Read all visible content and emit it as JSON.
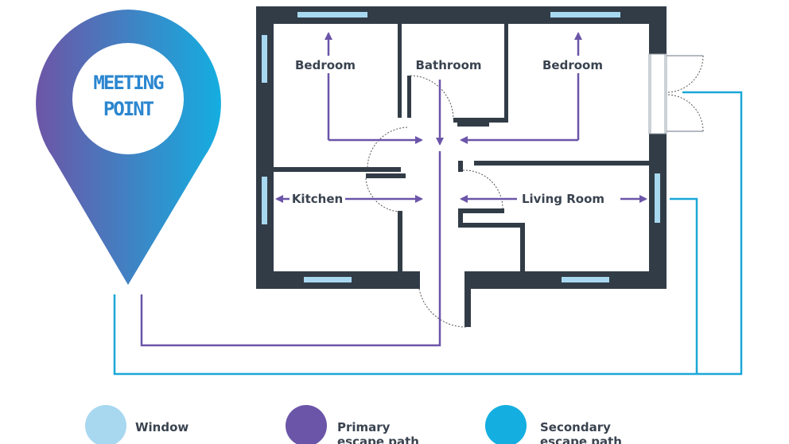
{
  "pin": {
    "line1": "MEETING",
    "line2": "POINT"
  },
  "rooms": {
    "bedroom_left": "Bedroom",
    "bathroom": "Bathroom",
    "bedroom_right": "Bedroom",
    "kitchen": "Kitchen",
    "living_room": "Living Room"
  },
  "legend": {
    "window": "Window",
    "primary_line1": "Primary",
    "primary_line2": "escape path",
    "secondary_line1": "Secondary",
    "secondary_line2": "escape path"
  },
  "colors": {
    "wall": "#323c47",
    "window": "#a8d8f0",
    "primary": "#6b55a8",
    "secondary": "#1aa7d8",
    "pin_left": "#6d55a6",
    "pin_right": "#14aee0"
  },
  "icons": [
    "map-pin-icon",
    "arrow-icon",
    "door-swing-icon"
  ]
}
